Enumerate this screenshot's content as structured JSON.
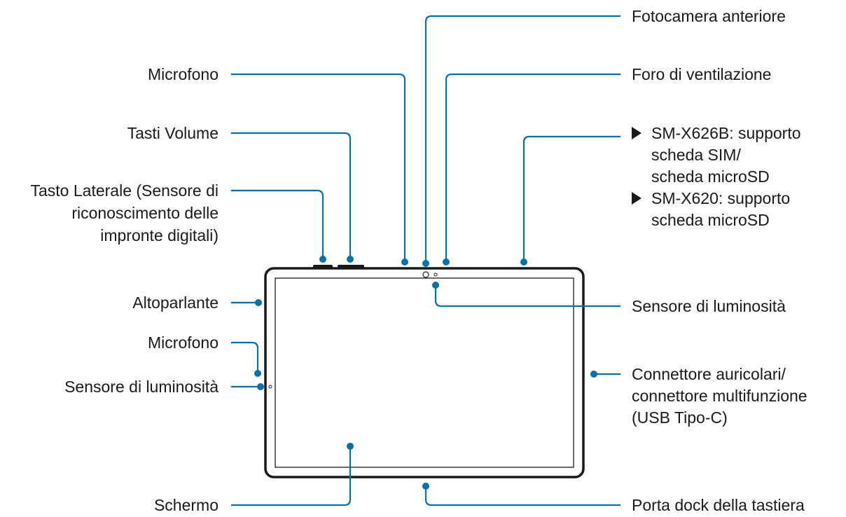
{
  "colors": {
    "leader": "#0a6fa5",
    "device": "#1a1a1a"
  },
  "labels": {
    "front_camera": "Fotocamera anteriore",
    "mic_top": "Microfono",
    "vent": "Foro di ventilazione",
    "volume": "Tasti Volume",
    "side_key_1": "Tasto Laterale (Sensore di",
    "side_key_2": "riconoscimento delle",
    "side_key_3": "impronte digitali)",
    "sim_1": "SM-X626B: supporto",
    "sim_2": "scheda SIM/",
    "sim_3": "scheda microSD",
    "sim_4": "SM-X620: supporto",
    "sim_5": "scheda microSD",
    "speaker": "Altoparlante",
    "light_top": "Sensore di luminosità",
    "mic_side": "Microfono",
    "light_side": "Sensore di luminosità",
    "connector_1": "Connettore auricolari/",
    "connector_2": "connettore multifunzione",
    "connector_3": "(USB Tipo-C)",
    "screen": "Schermo",
    "dock": "Porta dock della tastiera"
  }
}
